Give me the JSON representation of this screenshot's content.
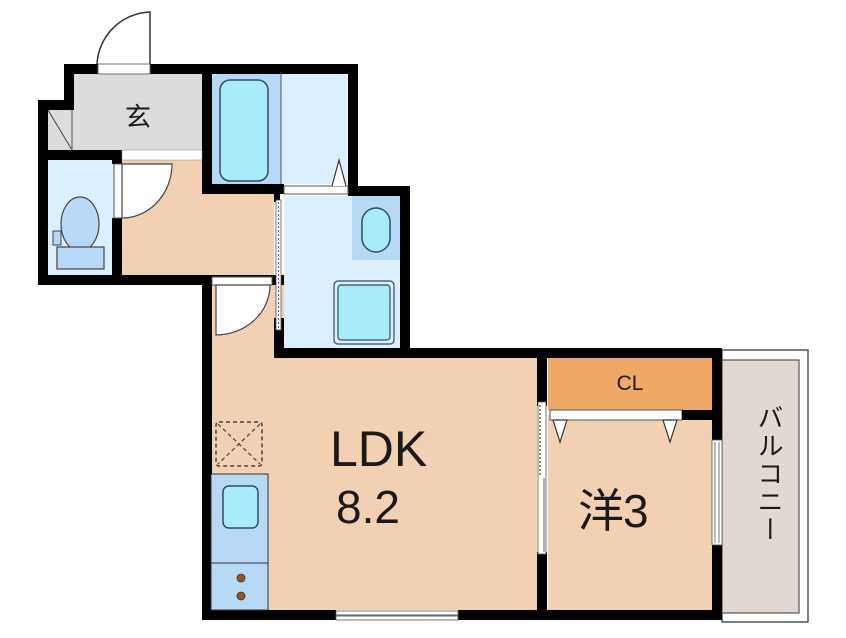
{
  "floor_plan": {
    "rooms": {
      "genkan": {
        "label": "玄",
        "meaning": "entrance"
      },
      "ldk": {
        "label": "LDK",
        "area_jo": "8.2"
      },
      "closet": {
        "label": "CL"
      },
      "western_room": {
        "label": "洋3"
      },
      "balcony": {
        "label": "バルコニー"
      }
    },
    "colors": {
      "wall": "#000000",
      "genkan_floor": "#dcdcdc",
      "living_floor": "#f2d1b3",
      "wet_area": "#dcefff",
      "fixture_blue": "#b6d9f7",
      "fixture_cyan": "#a8ecfc",
      "closet": "#f0a866",
      "balcony": "#e0d8d3",
      "stove_knob": "#a0521d"
    }
  }
}
